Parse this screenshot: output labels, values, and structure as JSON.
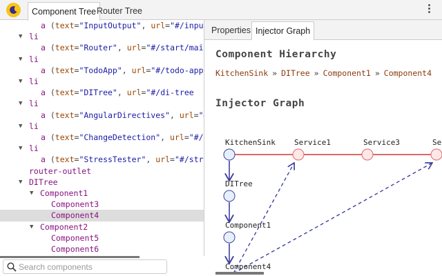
{
  "header": {
    "tabs": [
      {
        "label": "Component Tree"
      },
      {
        "label": "Router Tree"
      }
    ],
    "active_tab": "Component Tree"
  },
  "tree": {
    "rows": [
      {
        "type": "a",
        "text": "InputOutput",
        "url": "#/input-"
      },
      {
        "type": "li"
      },
      {
        "type": "a",
        "text": "Router",
        "url": "#/start/main"
      },
      {
        "type": "li"
      },
      {
        "type": "a",
        "text": "TodoApp",
        "url": "#/todo-app"
      },
      {
        "type": "li"
      },
      {
        "type": "a",
        "text": "DITree",
        "url": "#/di-tree"
      },
      {
        "type": "li"
      },
      {
        "type": "a",
        "text": "AngularDirectives",
        "url": "#/"
      },
      {
        "type": "li"
      },
      {
        "type": "a",
        "text": "ChangeDetection",
        "url": "#/ch"
      },
      {
        "type": "li"
      },
      {
        "type": "a",
        "text": "StressTester",
        "url": "#/stres"
      },
      {
        "type": "node",
        "label": "router-outlet",
        "level": 0,
        "expanded": false
      },
      {
        "type": "node",
        "label": "DITree",
        "level": 0,
        "expanded": true
      },
      {
        "type": "node",
        "label": "Component1",
        "level": 1,
        "expanded": true
      },
      {
        "type": "node",
        "label": "Component3",
        "level": 2
      },
      {
        "type": "node",
        "label": "Component4",
        "level": 2,
        "selected": true
      },
      {
        "type": "node",
        "label": "Component2",
        "level": 1,
        "expanded": true
      },
      {
        "type": "node",
        "label": "Component5",
        "level": 2
      },
      {
        "type": "node",
        "label": "Component6",
        "level": 2
      }
    ],
    "li_label": "li",
    "a_label": "a",
    "text_attr": "text",
    "url_attr": "url"
  },
  "search": {
    "placeholder": "Search components",
    "value": ""
  },
  "detail": {
    "tabs": [
      {
        "label": "Properties"
      },
      {
        "label": "Injector Graph"
      }
    ],
    "active_tab": "Injector Graph",
    "hierarchy_title": "Component Hierarchy",
    "hierarchy": [
      "KitchenSink",
      "DITree",
      "Component1",
      "Component4"
    ],
    "separator": "»",
    "graph_title": "Injector Graph",
    "graph": {
      "components": [
        "KitchenSink",
        "DITree",
        "Component1",
        "Component4"
      ],
      "services": [
        "Service1",
        "Service3",
        "Se"
      ],
      "dependencies": [
        [
          "Component4",
          "Service1"
        ],
        [
          "Component4",
          "Se"
        ]
      ]
    }
  },
  "colors": {
    "tag": "#881280",
    "attr": "#994500",
    "value": "#1a1aa6",
    "crumb": "#8b3a0e",
    "service_line": "#e06666",
    "component_line": "#3f3f9f",
    "selected_node": "#1e1ea0"
  }
}
